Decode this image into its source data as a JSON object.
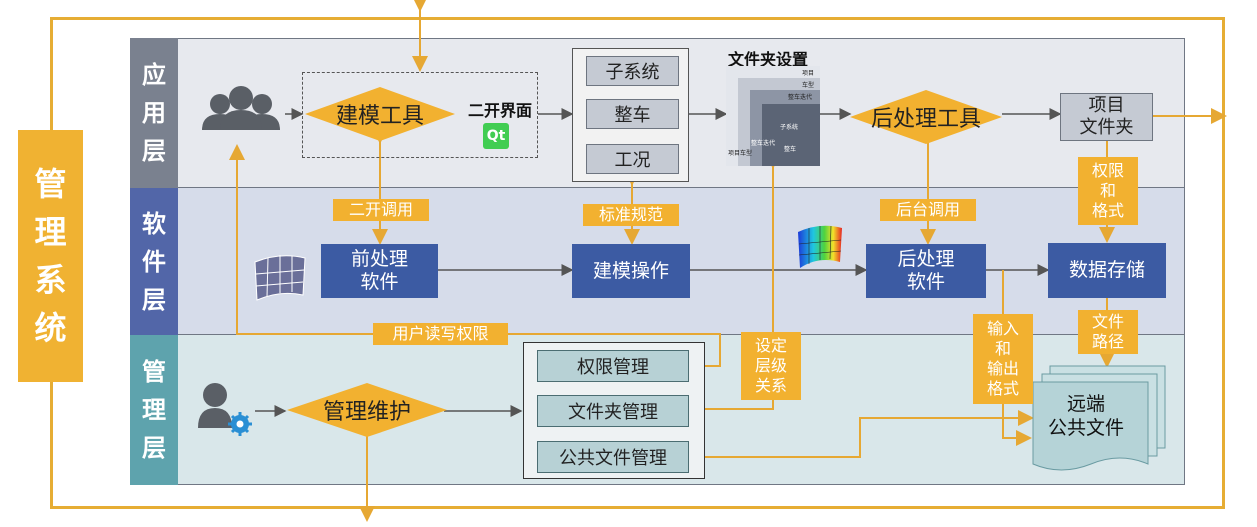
{
  "side_title": "管理系统",
  "layers": {
    "app": "应用层",
    "software": "软件层",
    "management": "管理层"
  },
  "diamonds": {
    "modeling_tool": "建模工具",
    "postprocess_tool": "后处理工具",
    "mgmt_maintain": "管理维护"
  },
  "qt": {
    "label": "二开界面",
    "logo": "Qt"
  },
  "group_items": [
    "子系统",
    "整车",
    "工况"
  ],
  "folder_settings": {
    "title": "文件夹设置",
    "layers": [
      "项目",
      "车型",
      "整车迭代",
      "子系统",
      "整车"
    ],
    "side": [
      "项目",
      "车型",
      "整车迭代"
    ]
  },
  "project_folder": "项目\n文件夹",
  "software": {
    "preprocess": "前处理\n软件",
    "modeling_op": "建模操作",
    "postprocess": "后处理\n软件",
    "data_storage": "数据存储"
  },
  "tags": {
    "secondary_call": "二开调用",
    "standard": "标准规范",
    "backend_call": "后台调用",
    "perm_format": "权限\n和\n格式",
    "user_rw": "用户读写权限",
    "set_level": "设定\n层级\n关系",
    "io_format": "输入\n和\n输出\n格式",
    "file_path": "文件\n路径"
  },
  "mgmt_items": [
    "权限管理",
    "文件夹管理",
    "公共文件管理"
  ],
  "remote_public_files": "远端\n公共文件",
  "colors": {
    "orange": "#f2b130",
    "blue": "#3c5ba3",
    "gray_box": "#c5cad3",
    "teal_box": "#b7d1d5"
  }
}
